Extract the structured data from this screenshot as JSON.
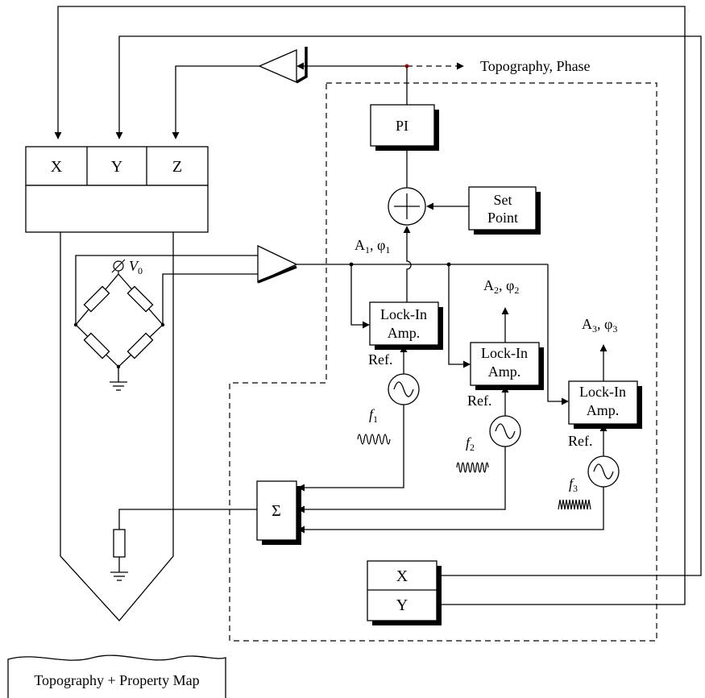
{
  "labels": {
    "top_output": "Topography, Phase",
    "pi": "PI",
    "scanner_x": "X",
    "scanner_y": "Y",
    "scanner_z": "Z",
    "set_point_line1": "Set",
    "set_point_line2": "Point",
    "v0": "V",
    "v0_sub": "0",
    "sigma": "Σ",
    "ref": "Ref.",
    "lockin_line1": "Lock-In",
    "lockin_line2": "Amp.",
    "out_x": "X",
    "out_y": "Y",
    "bottom_caption": "Topography + Property Map"
  },
  "channels": [
    {
      "a": "A",
      "phi": "φ",
      "index": "1",
      "f": "f"
    },
    {
      "a": "A",
      "phi": "φ",
      "index": "2",
      "f": "f"
    },
    {
      "a": "A",
      "phi": "φ",
      "index": "3",
      "f": "f"
    }
  ]
}
